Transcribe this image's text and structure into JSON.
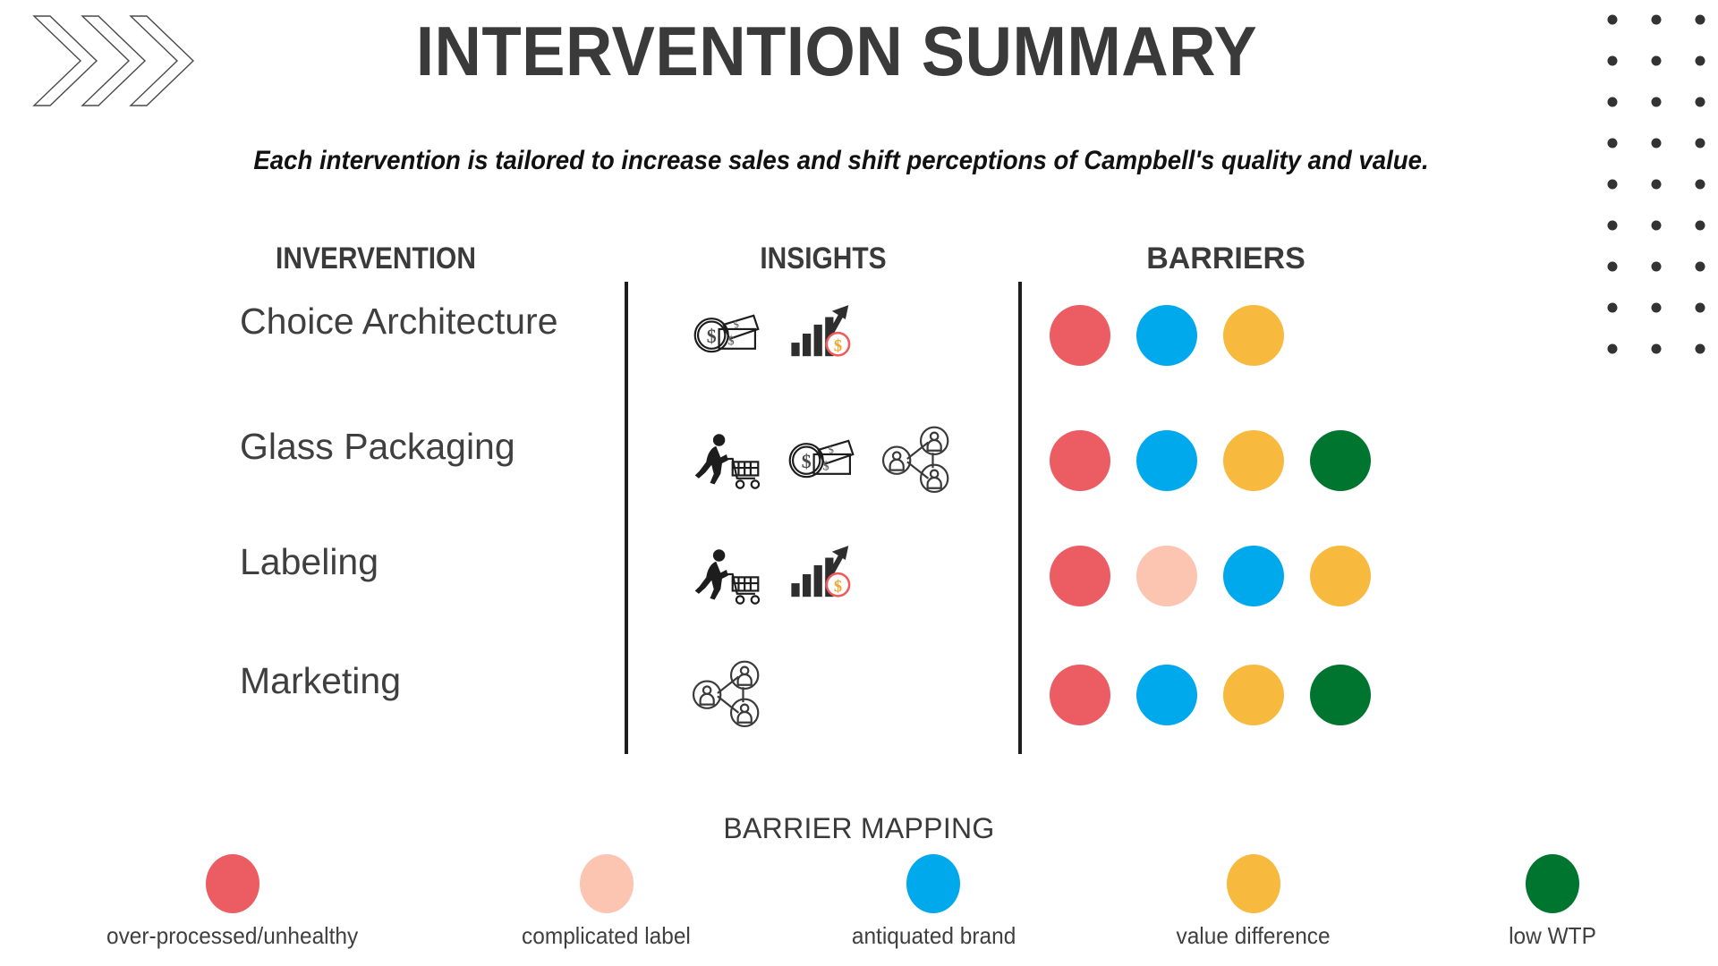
{
  "header": {
    "title": "INTERVENTION SUMMARY",
    "subtitle": "Each intervention is tailored to increase sales and shift perceptions of Campbell's quality and value.",
    "title_color": "#3a3a3a"
  },
  "columns": {
    "intervention": "INVERVENTION",
    "insights": "INSIGHTS",
    "barriers": "BARRIERS"
  },
  "palette": {
    "over_processed": "#EB5D63",
    "complicated_label": "#FBC5B2",
    "antiquated_brand": "#00A8EC",
    "value_difference": "#F7BA3E",
    "low_wtp": "#00752F"
  },
  "rows": [
    {
      "label": "Choice Architecture",
      "insights": [
        "money-cash-icon",
        "growth-chart-dollar-icon"
      ],
      "barriers": [
        "#EB5D63",
        "#00A8EC",
        "#F7BA3E"
      ]
    },
    {
      "label": "Glass Packaging",
      "insights": [
        "shopper-cart-icon",
        "money-cash-icon",
        "people-network-icon"
      ],
      "barriers": [
        "#EB5D63",
        "#00A8EC",
        "#F7BA3E",
        "#00752F"
      ]
    },
    {
      "label": "Labeling",
      "insights": [
        "shopper-cart-icon",
        "growth-chart-dollar-icon"
      ],
      "barriers": [
        "#EB5D63",
        "#FBC5B2",
        "#00A8EC",
        "#F7BA3E"
      ]
    },
    {
      "label": "Marketing",
      "insights": [
        "people-network-icon"
      ],
      "barriers": [
        "#EB5D63",
        "#00A8EC",
        "#F7BA3E",
        "#00752F"
      ]
    }
  ],
  "legend": {
    "title": "BARRIER MAPPING",
    "items": [
      {
        "label": "over-processed/unhealthy",
        "color": "#EB5D63"
      },
      {
        "label": "complicated label",
        "color": "#FBC5B2"
      },
      {
        "label": "antiquated brand",
        "color": "#00A8EC"
      },
      {
        "label": "value difference",
        "color": "#F7BA3E"
      },
      {
        "label": "low WTP",
        "color": "#00752F"
      }
    ]
  },
  "decorations": {
    "chevrons_icon": "triple-chevron-right-icon",
    "dot_grid_icon": "dot-grid-icon",
    "dot_grid_columns": 3,
    "dot_grid_rows": 9
  }
}
